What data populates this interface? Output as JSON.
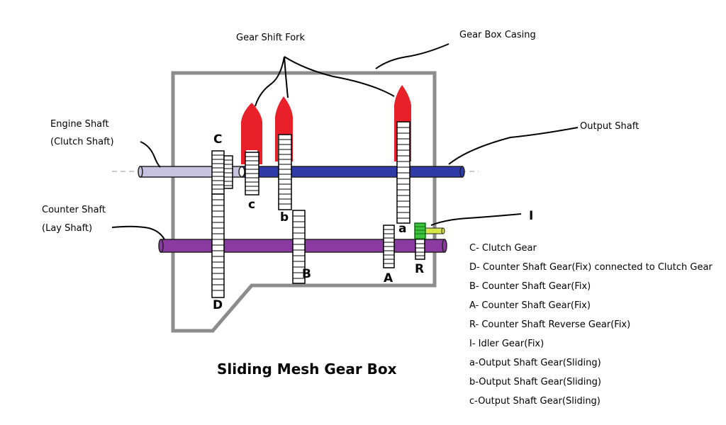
{
  "labels": {
    "gear_shift_fork": "Gear Shift Fork",
    "gear_box_casing": "Gear Box Casing",
    "engine_shaft": "Engine Shaft",
    "clutch_shaft": "(Clutch Shaft)",
    "output_shaft": "Output Shaft",
    "counter_shaft": "Counter Shaft",
    "lay_shaft": "(Lay Shaft)"
  },
  "gear_letters": {
    "C": "C",
    "c": "c",
    "b": "b",
    "a": "a",
    "I": "I",
    "B": "B",
    "A": "A",
    "R": "R",
    "D": "D"
  },
  "legend": [
    "C- Clutch Gear",
    "D- Counter Shaft Gear(Fix) connected to Clutch Gear",
    "B- Counter Shaft Gear(Fix)",
    "A- Counter Shaft Gear(Fix)",
    "R- Counter Shaft Reverse Gear(Fix)",
    "I- Idler Gear(Fix)",
    "a-Output Shaft Gear(Sliding)",
    "b-Output Shaft Gear(Sliding)",
    "c-Output Shaft Gear(Sliding)"
  ],
  "title": "Sliding Mesh Gear Box",
  "colors": {
    "casing": "#8c8c8c",
    "fork": "#e8202a",
    "engine_shaft": "#c8c3e0",
    "output_shaft": "#2d3aa8",
    "counter_shaft": "#8a3aa0",
    "idler_gear": "#3cc23c",
    "idler_shaft": "#d8e64a"
  }
}
